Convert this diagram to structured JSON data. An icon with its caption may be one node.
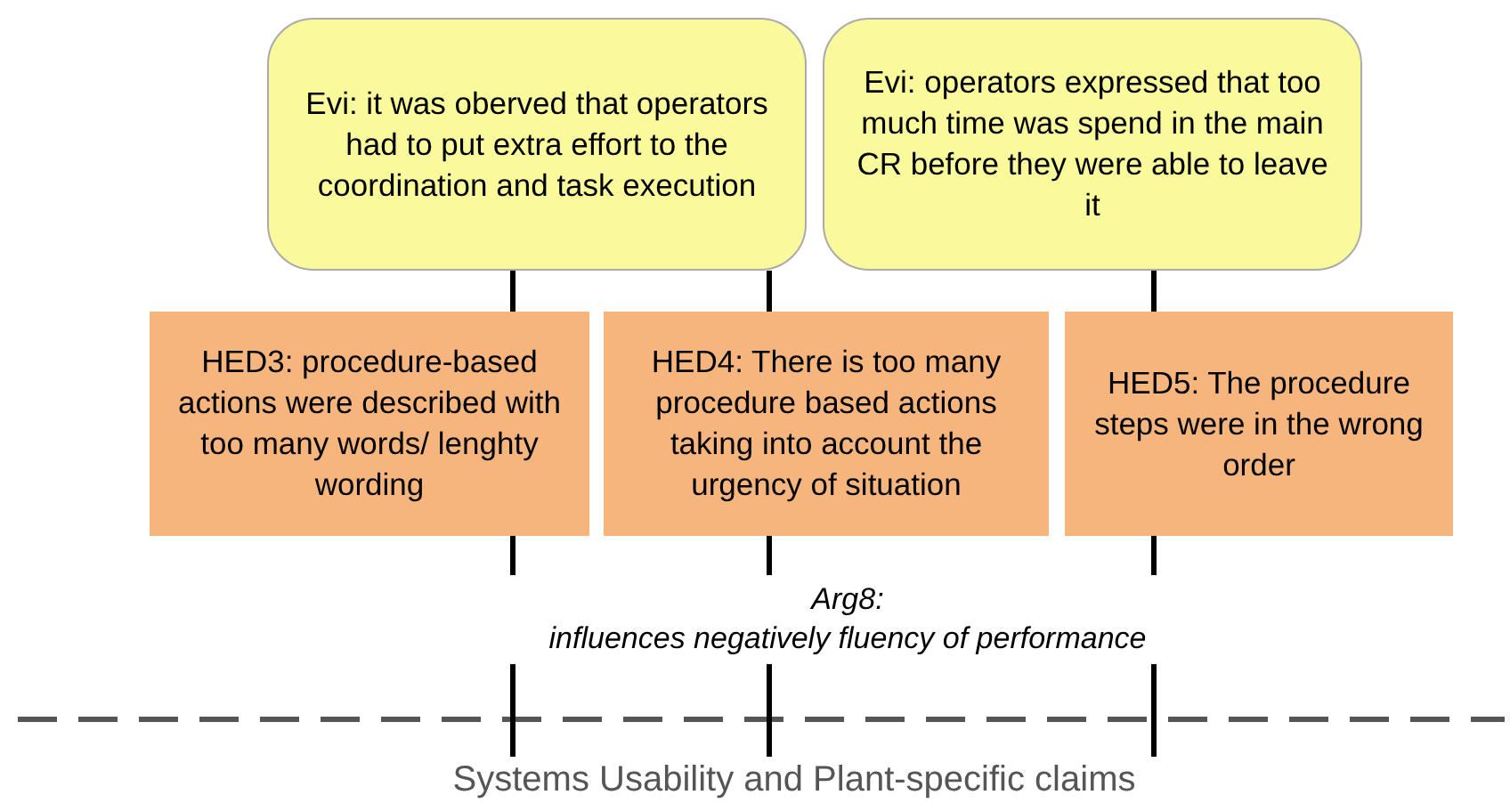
{
  "diagram": {
    "nodes": [
      {
        "text": [
          "Evi: it was oberved that operators had to put extra effort to the coordination and task execution"
        ]
      },
      {
        "text": [
          "Evi: operators expressed that too much time was spend in the main CR before they were able to leave it"
        ]
      },
      {
        "text": [
          "HED3: procedure-based actions were described with too many words/ lenghty wording"
        ]
      },
      {
        "text": [
          "HED4: There is too many procedure based actions taking into account the urgency of situation"
        ]
      },
      {
        "text": [
          "HED5: The procedure steps were in the wrong order"
        ]
      },
      {
        "text": [
          "Arg8:",
          "influences negatively fluency of performance"
        ]
      },
      {
        "text": [
          "Systems Usability and Plant-specific claims"
        ]
      }
    ],
    "edges": [
      {
        "from": 0,
        "to": 2,
        "arrow": "none"
      },
      {
        "from": 0,
        "to": 3,
        "arrow": "none"
      },
      {
        "from": 1,
        "to": 4,
        "arrow": "none"
      },
      {
        "from": 2,
        "to": 5,
        "arrow": "none"
      },
      {
        "from": 3,
        "to": 5,
        "arrow": "none"
      },
      {
        "from": 4,
        "to": 5,
        "arrow": "none"
      },
      {
        "from": 5,
        "to": 6,
        "arrow": "none"
      },
      {
        "from": 5,
        "to": 6,
        "arrow": "none"
      },
      {
        "from": 5,
        "to": 6,
        "arrow": "none"
      }
    ]
  }
}
